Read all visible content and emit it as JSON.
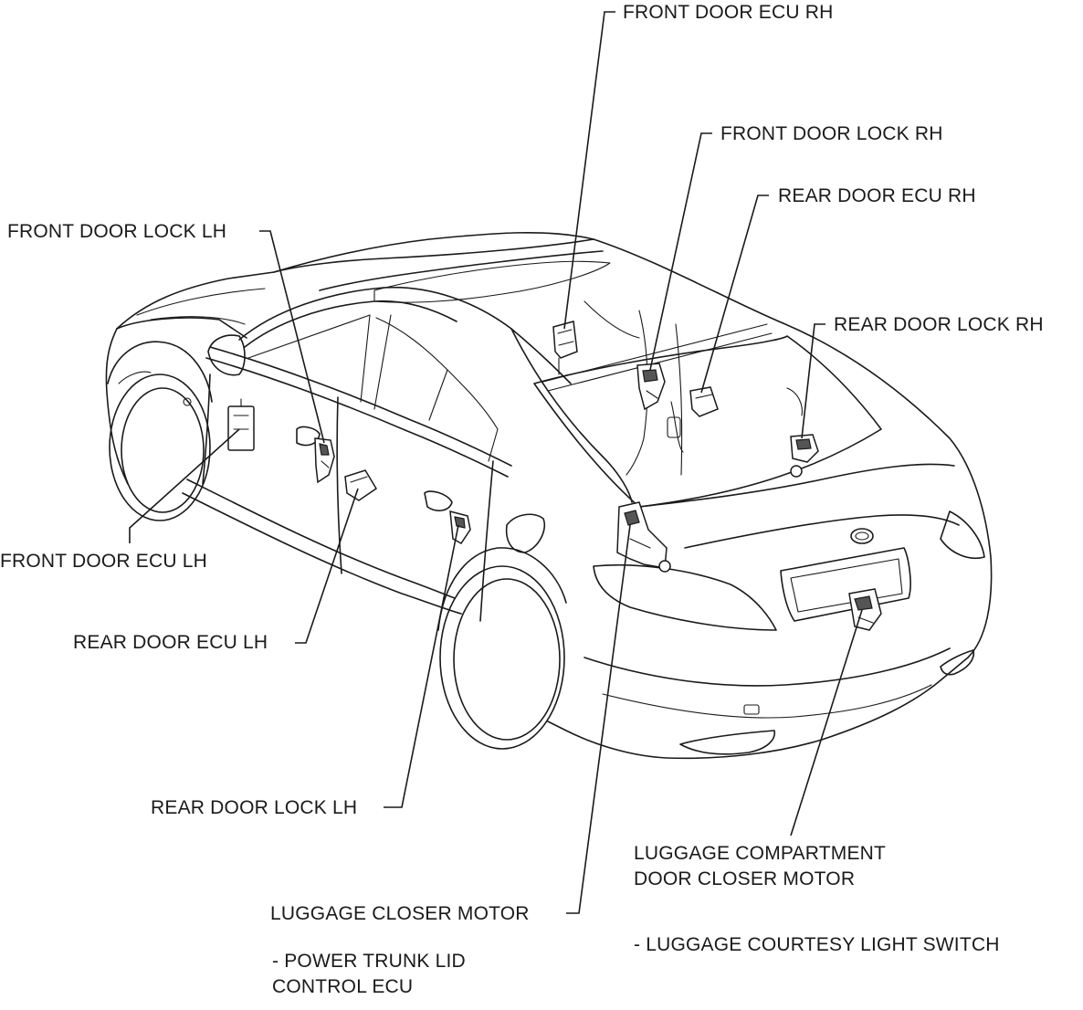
{
  "labels": {
    "front_door_ecu_rh": "FRONT DOOR ECU RH",
    "front_door_lock_rh": "FRONT DOOR LOCK RH",
    "rear_door_ecu_rh": "REAR DOOR ECU RH",
    "rear_door_lock_rh": "REAR DOOR LOCK RH",
    "front_door_lock_lh": "FRONT DOOR LOCK LH",
    "front_door_ecu_lh": "FRONT DOOR ECU LH",
    "rear_door_ecu_lh": "REAR DOOR ECU LH",
    "rear_door_lock_lh": "REAR DOOR LOCK LH",
    "luggage_compartment_door_closer_motor": "LUGGAGE COMPARTMENT\nDOOR CLOSER MOTOR",
    "luggage_courtesy_light_switch": "- LUGGAGE COURTESY LIGHT SWITCH",
    "luggage_closer_motor": "LUGGAGE CLOSER MOTOR",
    "power_trunk_lid_control_ecu": "- POWER TRUNK LID\nCONTROL ECU"
  }
}
